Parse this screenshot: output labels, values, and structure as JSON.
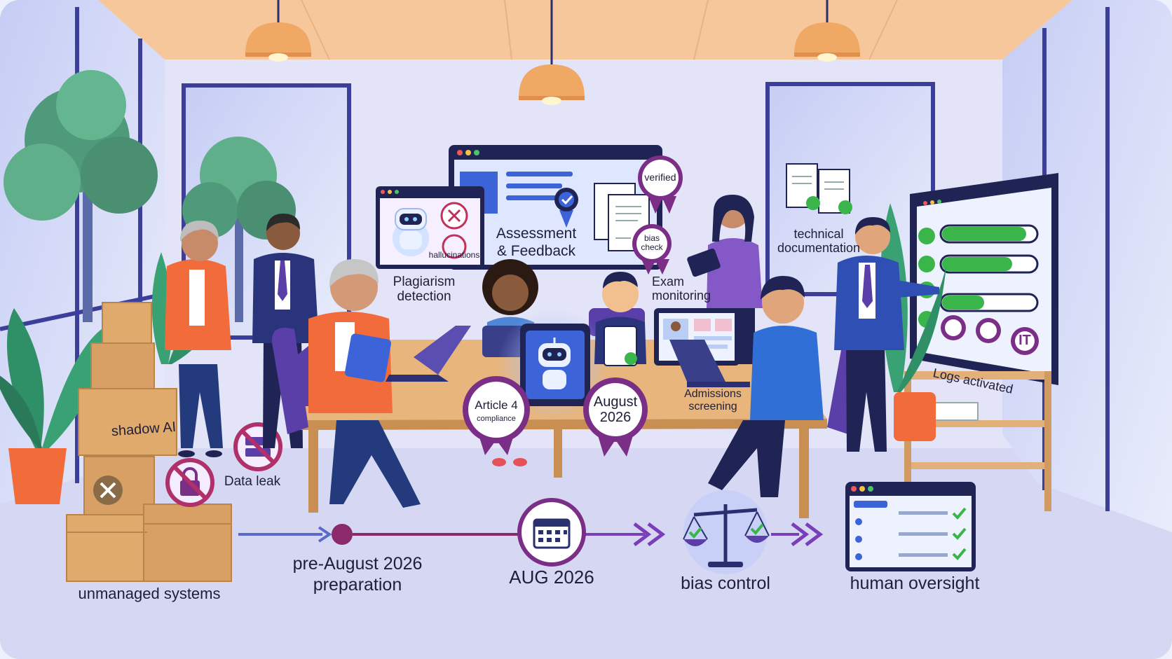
{
  "colors": {
    "ceiling": "#f6c79b",
    "wall": "#dcdcf6",
    "floor": "#d9dbf5",
    "table": "#e6b57e",
    "chair": "#5a3fa8",
    "accent_purple": "#7a2e86",
    "check_green": "#39b54a",
    "navy": "#1f2455",
    "box": "#d9a66b",
    "no_sign": "#b0306a"
  },
  "labels": {
    "shadow_ai": "shadow AI",
    "data_leak": "Data leak",
    "unmanaged_systems": "unmanaged systems",
    "pre_august_line1": "pre-August 2026",
    "pre_august_line2": "preparation",
    "aug_2026": "AUG 2026",
    "bias_control": "bias control",
    "human_oversight": "human oversight",
    "plagiarism_line1": "Plagiarism",
    "plagiarism_line2": "detection",
    "hallucinations": "hallucinations",
    "assessment_line1": "Assessment",
    "assessment_line2": "& Feedback",
    "verified": "verified",
    "bias_check_line1": "bias",
    "bias_check_line2": "check",
    "exam_line1": "Exam",
    "exam_line2": "monitoring",
    "technical_line1": "technical",
    "technical_line2": "documentation",
    "article4_line1": "Article 4",
    "article4_line2": "compliance",
    "august_badge_line1": "August",
    "august_badge_line2": "2026",
    "admissions_line1": "Admissions",
    "admissions_line2": "screening",
    "logs_activated": "Logs activated",
    "it_badge": "IT"
  },
  "icons": [
    "robot-icon",
    "close-icon",
    "no-entry-icon",
    "lock-icon",
    "server-icon",
    "calendar-icon",
    "check-icon",
    "scales-icon",
    "award-ribbon-icon",
    "document-icon",
    "bank-icon"
  ]
}
